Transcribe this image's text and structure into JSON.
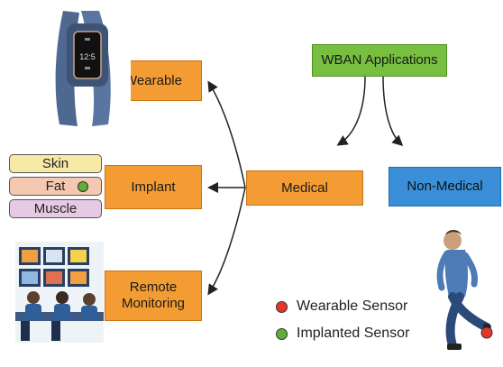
{
  "nodes": {
    "wban": "WBAN Applications",
    "medical": "Medical",
    "non_medical": "Non-Medical",
    "wearable": "Wearable",
    "implant": "Implant",
    "remote": "Remote Monitoring"
  },
  "implant_layers": {
    "skin": "Skin",
    "fat": "Fat",
    "muscle": "Muscle"
  },
  "fitband": {
    "display_text": "12:5"
  },
  "legend": {
    "wearable_sensor": "Wearable Sensor",
    "implanted_sensor": "Implanted Sensor"
  },
  "colors": {
    "orange": "#f39c34",
    "green": "#76bf3f",
    "blue": "#3a8fd8",
    "wearable_dot": "#e8352b",
    "implanted_dot": "#5fae3a"
  }
}
